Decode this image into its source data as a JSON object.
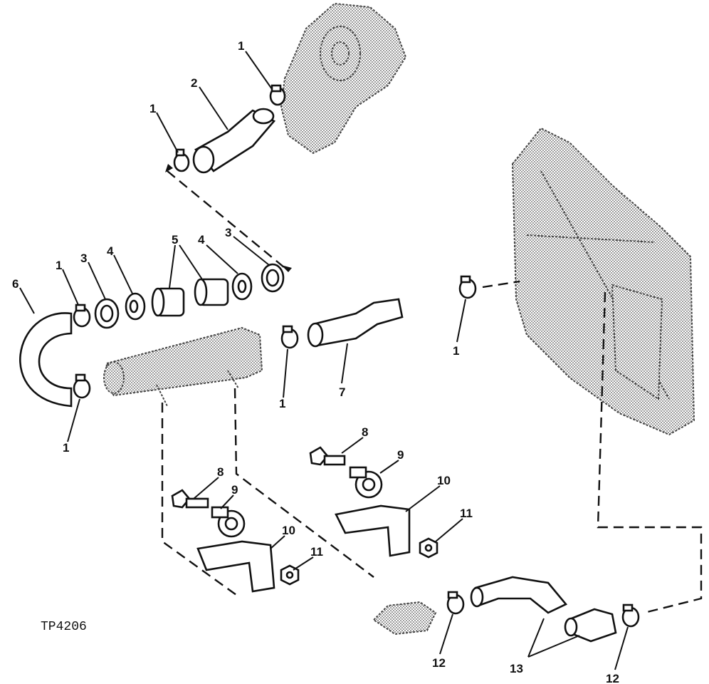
{
  "figure_id": "TP4206",
  "callouts": [
    {
      "id": "c1a",
      "text": "1"
    },
    {
      "id": "c2",
      "text": "2"
    },
    {
      "id": "c1b",
      "text": "1"
    },
    {
      "id": "c1c",
      "text": "1"
    },
    {
      "id": "c3a",
      "text": "3"
    },
    {
      "id": "c4a",
      "text": "4"
    },
    {
      "id": "c5",
      "text": "5"
    },
    {
      "id": "c4b",
      "text": "4"
    },
    {
      "id": "c3b",
      "text": "3"
    },
    {
      "id": "c6",
      "text": "6"
    },
    {
      "id": "c1d",
      "text": "1"
    },
    {
      "id": "c1e",
      "text": "1"
    },
    {
      "id": "c7",
      "text": "7"
    },
    {
      "id": "c1f",
      "text": "1"
    },
    {
      "id": "c8a",
      "text": "8"
    },
    {
      "id": "c9a",
      "text": "9"
    },
    {
      "id": "c10a",
      "text": "10"
    },
    {
      "id": "c11a",
      "text": "11"
    },
    {
      "id": "c8b",
      "text": "8"
    },
    {
      "id": "c9b",
      "text": "9"
    },
    {
      "id": "c10b",
      "text": "10"
    },
    {
      "id": "c11b",
      "text": "11"
    },
    {
      "id": "c12a",
      "text": "12"
    },
    {
      "id": "c13",
      "text": "13"
    },
    {
      "id": "c12b",
      "text": "12"
    }
  ]
}
